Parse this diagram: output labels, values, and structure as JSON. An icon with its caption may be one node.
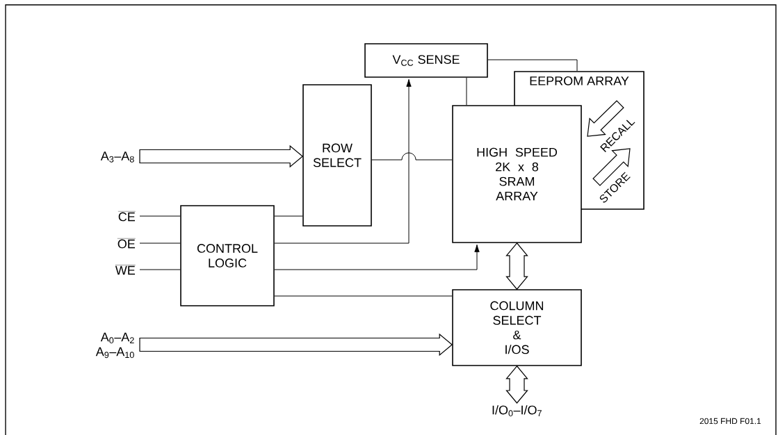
{
  "diagram": {
    "nodes": [
      {
        "text": [
          "A$_{3}$–A$_{8}$"
        ]
      },
      {
        "text": [
          "V$_{CC}$ SENSE"
        ]
      },
      {
        "text": [
          "EEPROM ARRAY"
        ]
      },
      {
        "text": [
          "ROW SELECT"
        ]
      },
      {
        "text": [
          "HIGH SPEED 2K x 8 SRAM ARRAY"
        ]
      },
      {
        "text": [
          "\\overline{\\mbox{CE}}"
        ]
      },
      {
        "text": [
          "\\overline{\\mbox{OE}}"
        ]
      },
      {
        "text": [
          "\\overline{\\mbox{WE}}"
        ]
      },
      {
        "text": [
          "CONTROL LOGIC"
        ]
      },
      {
        "text": [
          "A$_{0}$–A$_{2}$",
          "A$_{9}$–A$_{10}$"
        ]
      },
      {
        "text": [
          "COLUMN SELECT & I/OS"
        ]
      },
      {
        "text": [
          "I/O$_{0}$–I/O$_{7}$"
        ]
      }
    ],
    "edges": [
      {
        "from": 0,
        "to": 3,
        "arrow": "to",
        "style": "thick"
      },
      {
        "from": 5,
        "to": 8,
        "arrow": "none"
      },
      {
        "from": 6,
        "to": 8,
        "arrow": "none"
      },
      {
        "from": 7,
        "to": 8,
        "arrow": "none"
      },
      {
        "from": 8,
        "to": 3,
        "arrow": "none"
      },
      {
        "from": 8,
        "to": 1,
        "arrow": "to"
      },
      {
        "from": 8,
        "to": 4,
        "arrow": "to"
      },
      {
        "from": 8,
        "to": 10,
        "arrow": "none"
      },
      {
        "from": 3,
        "to": 4,
        "arrow": "none"
      },
      {
        "from": 1,
        "to": 4,
        "arrow": "none"
      },
      {
        "from": 1,
        "to": 2,
        "arrow": "none"
      },
      {
        "from": 4,
        "to": 10,
        "arrow": "both",
        "style": "thick"
      },
      {
        "from": 9,
        "to": 10,
        "arrow": "to",
        "style": "thick"
      },
      {
        "from": 10,
        "to": 11,
        "arrow": "both",
        "style": "thick"
      }
    ],
    "labels": [
      "RECALL",
      "STORE",
      "2015 FHD F01.1"
    ]
  }
}
